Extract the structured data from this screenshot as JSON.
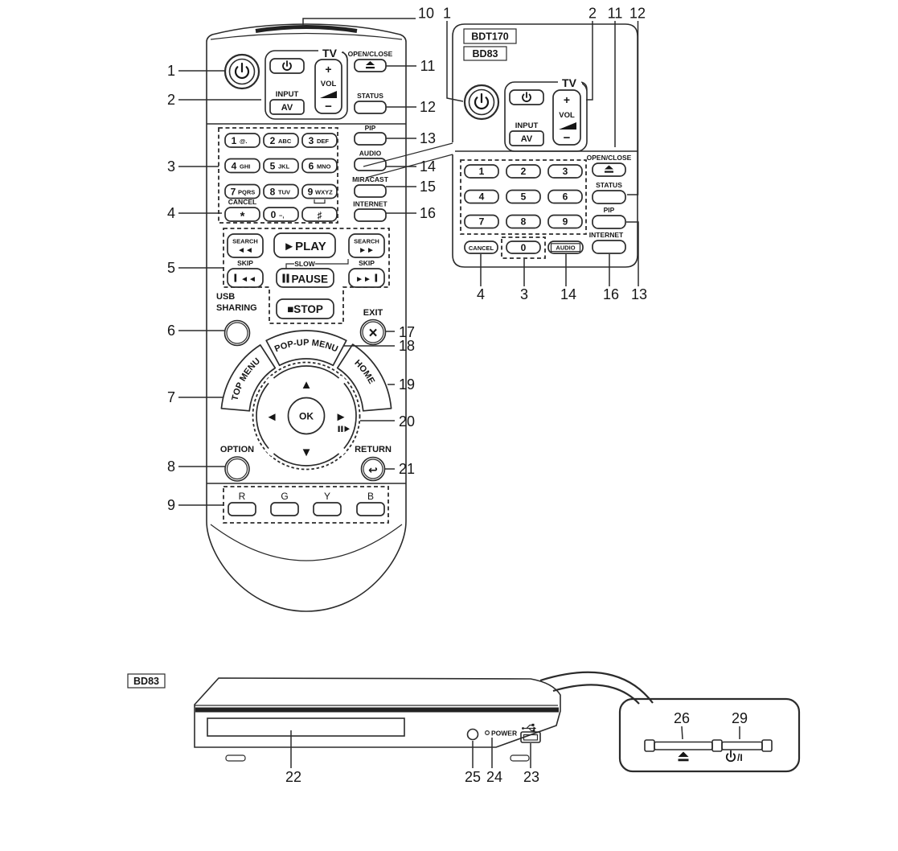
{
  "callouts": {
    "1": "1",
    "2": "2",
    "3": "3",
    "4": "4",
    "5": "5",
    "6": "6",
    "7": "7",
    "8": "8",
    "9": "9",
    "10": "10",
    "11": "11",
    "12": "12",
    "13": "13",
    "14": "14",
    "15": "15",
    "16": "16",
    "17": "17",
    "18": "18",
    "19": "19",
    "20": "20",
    "21": "21",
    "22": "22",
    "23": "23",
    "24": "24",
    "25": "25",
    "26": "26",
    "29": "29"
  },
  "remote_main": {
    "tv": "TV",
    "input": "INPUT",
    "av": "AV",
    "vol": "VOL",
    "vol_plus": "+",
    "vol_minus": "−",
    "open_close": "OPEN/CLOSE",
    "status": "STATUS",
    "pip": "PIP",
    "audio": "AUDIO",
    "miracast": "MIRACAST",
    "internet": "INTERNET",
    "keys": [
      {
        "d": "1",
        "l": "@."
      },
      {
        "d": "2",
        "l": "ABC"
      },
      {
        "d": "3",
        "l": "DEF"
      },
      {
        "d": "4",
        "l": "GHI"
      },
      {
        "d": "5",
        "l": "JKL"
      },
      {
        "d": "6",
        "l": "MNO"
      },
      {
        "d": "7",
        "l": "PQRS"
      },
      {
        "d": "8",
        "l": "TUV"
      },
      {
        "d": "9",
        "l": "WXYZ"
      }
    ],
    "cancel": "CANCEL",
    "star": "*",
    "zero": "0",
    "zero_letters": "−,",
    "hash": "♯",
    "search": "SEARCH",
    "rew": "◄◄",
    "ff": "►►",
    "skip": "SKIP",
    "skip_back": "◄◄",
    "skip_fwd": "►►",
    "play": "►PLAY",
    "pause": "PAUSE",
    "slow": "SLOW",
    "stop": "■STOP",
    "usb": "USB",
    "sharing": "SHARING",
    "exit": "EXIT",
    "exit_icon": "×",
    "popup_menu": "POP-UP MENU",
    "top_menu": "TOP MENU",
    "home": "HOME",
    "ok": "OK",
    "option": "OPTION",
    "return": "RETURN",
    "return_icon": "↩",
    "color_keys": [
      "R",
      "G",
      "Y",
      "B"
    ]
  },
  "remote_fragment": {
    "models": [
      "BDT170",
      "BD83"
    ],
    "tv": "TV",
    "input": "INPUT",
    "av": "AV",
    "vol": "VOL",
    "vol_plus": "+",
    "vol_minus": "−",
    "digits": [
      "1",
      "2",
      "3",
      "4",
      "5",
      "6",
      "7",
      "8",
      "9",
      "0"
    ],
    "cancel": "CANCEL",
    "audio": "AUDIO",
    "open_close": "OPEN/CLOSE",
    "status": "STATUS",
    "pip": "PIP",
    "internet": "INTERNET"
  },
  "player": {
    "model": "BD83",
    "power_label": "POWER",
    "power_switch": "/I"
  }
}
